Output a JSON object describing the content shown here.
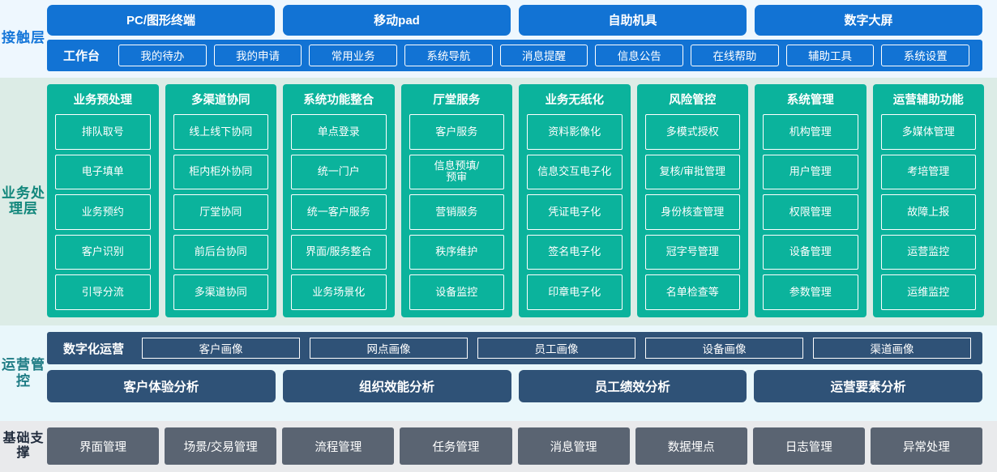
{
  "colors": {
    "contact_band_bg": "#eef7fe",
    "contact_accent": "#1273d4",
    "business_band_bg": "#dcece6",
    "business_accent": "#0bb39c",
    "ops_band_bg": "#e9f7fb",
    "ops_accent": "#2f5277",
    "foundation_band_bg": "#e9eaec",
    "foundation_accent": "#5a6472"
  },
  "contact_layer": {
    "label": "接触层",
    "terminals": [
      {
        "label": "PC/图形终端"
      },
      {
        "label": "移动pad"
      },
      {
        "label": "自助机具"
      },
      {
        "label": "数字大屏"
      }
    ],
    "workbench_title": "工作台",
    "workbench_items": [
      {
        "label": "我的待办"
      },
      {
        "label": "我的申请"
      },
      {
        "label": "常用业务"
      },
      {
        "label": "系统导航"
      },
      {
        "label": "消息提醒"
      },
      {
        "label": "信息公告"
      },
      {
        "label": "在线帮助"
      },
      {
        "label": "辅助工具"
      },
      {
        "label": "系统设置"
      }
    ]
  },
  "business_layer": {
    "label": "业务处理层",
    "columns": [
      {
        "title": "业务预处理",
        "items": [
          {
            "label": "排队取号"
          },
          {
            "label": "电子填单"
          },
          {
            "label": "业务预约"
          },
          {
            "label": "客户识别"
          },
          {
            "label": "引导分流"
          }
        ]
      },
      {
        "title": "多渠道协同",
        "items": [
          {
            "label": "线上线下协同"
          },
          {
            "label": "柜内柜外协同"
          },
          {
            "label": "厅堂协同"
          },
          {
            "label": "前后台协同"
          },
          {
            "label": "多渠道协同"
          }
        ]
      },
      {
        "title": "系统功能整合",
        "items": [
          {
            "label": "单点登录"
          },
          {
            "label": "统一门户"
          },
          {
            "label": "统一客户服务"
          },
          {
            "label": "界面/服务整合"
          },
          {
            "label": "业务场景化"
          }
        ]
      },
      {
        "title": "厅堂服务",
        "items": [
          {
            "label": "客户服务"
          },
          {
            "label": "信息预填/\n预审"
          },
          {
            "label": "营销服务"
          },
          {
            "label": "秩序维护"
          },
          {
            "label": "设备监控"
          }
        ]
      },
      {
        "title": "业务无纸化",
        "items": [
          {
            "label": "资料影像化"
          },
          {
            "label": "信息交互电子化"
          },
          {
            "label": "凭证电子化"
          },
          {
            "label": "签名电子化"
          },
          {
            "label": "印章电子化"
          }
        ]
      },
      {
        "title": "风险管控",
        "items": [
          {
            "label": "多模式授权"
          },
          {
            "label": "复核/审批管理"
          },
          {
            "label": "身份核查管理"
          },
          {
            "label": "冠字号管理"
          },
          {
            "label": "名单检查等"
          }
        ]
      },
      {
        "title": "系统管理",
        "items": [
          {
            "label": "机构管理"
          },
          {
            "label": "用户管理"
          },
          {
            "label": "权限管理"
          },
          {
            "label": "设备管理"
          },
          {
            "label": "参数管理"
          }
        ]
      },
      {
        "title": "运营辅助功能",
        "items": [
          {
            "label": "多媒体管理"
          },
          {
            "label": "考培管理"
          },
          {
            "label": "故障上报"
          },
          {
            "label": "运营监控"
          },
          {
            "label": "运维监控"
          }
        ]
      }
    ]
  },
  "ops_layer": {
    "label": "运营管控",
    "digital_title": "数字化运营",
    "portraits": [
      {
        "label": "客户画像"
      },
      {
        "label": "网点画像"
      },
      {
        "label": "员工画像"
      },
      {
        "label": "设备画像"
      },
      {
        "label": "渠道画像"
      }
    ],
    "analysis": [
      {
        "label": "客户体验分析"
      },
      {
        "label": "组织效能分析"
      },
      {
        "label": "员工绩效分析"
      },
      {
        "label": "运营要素分析"
      }
    ]
  },
  "foundation_layer": {
    "label": "基础支撑",
    "items": [
      {
        "label": "界面管理"
      },
      {
        "label": "场景/交易管理"
      },
      {
        "label": "流程管理"
      },
      {
        "label": "任务管理"
      },
      {
        "label": "消息管理"
      },
      {
        "label": "数据埋点"
      },
      {
        "label": "日志管理"
      },
      {
        "label": "异常处理"
      }
    ]
  }
}
